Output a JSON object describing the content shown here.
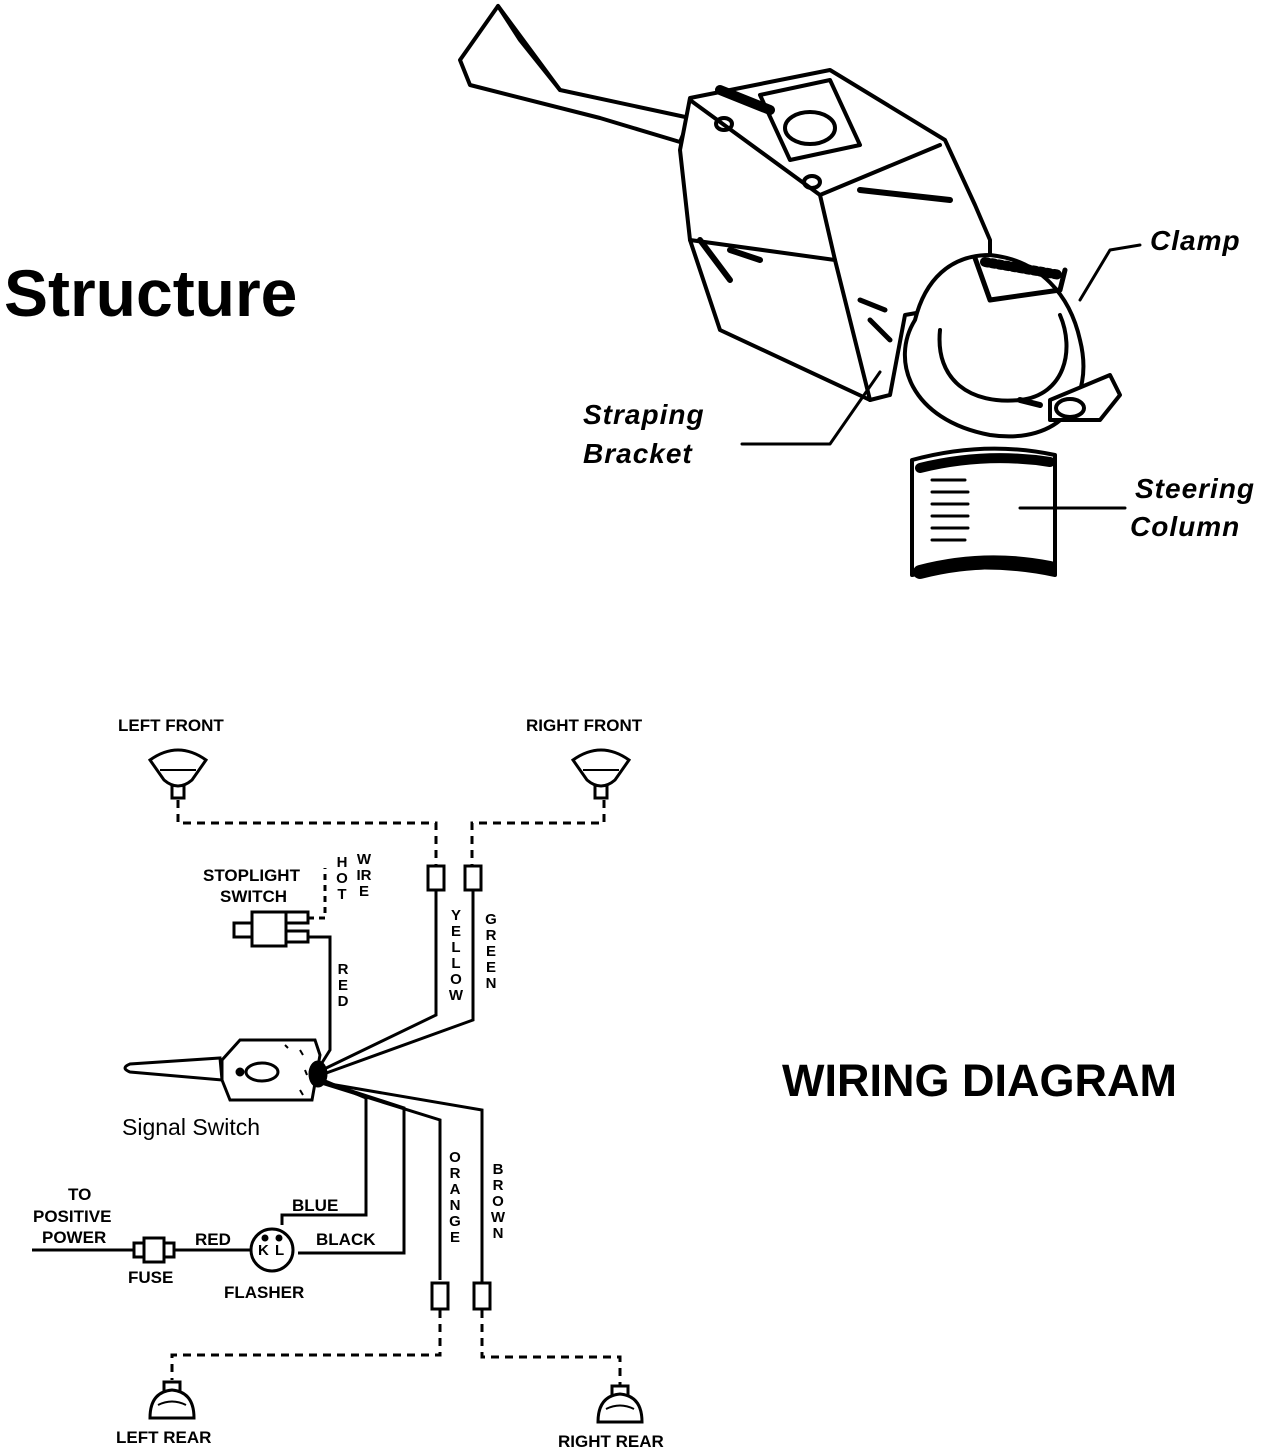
{
  "titles": {
    "structure": "Structure",
    "wiring": "WIRING DIAGRAM"
  },
  "structure_callouts": {
    "clamp": "Clamp",
    "straping_1": "Straping",
    "straping_2": "Bracket",
    "steering_1": "Steering",
    "steering_2": "Column"
  },
  "wiring_labels": {
    "left_front": "LEFT FRONT",
    "right_front": "RIGHT FRONT",
    "stoplight_1": "STOPLIGHT",
    "stoplight_2": "SWITCH",
    "hot": "HOT",
    "wire": "WIRE",
    "yellow": "YELLOW",
    "green": "GREEN",
    "red_vertical": "RED",
    "signal_switch": "Signal Switch",
    "orange": "ORANGE",
    "brown": "BROWN",
    "to_1": "TO",
    "to_2": "POSITIVE",
    "to_3": "POWER",
    "red_h": "RED",
    "blue": "BLUE",
    "black": "BLACK",
    "fuse": "FUSE",
    "flasher": "FLASHER",
    "flasher_k": "K",
    "flasher_l": "L",
    "left_rear": "LEFT REAR",
    "right_rear": "RIGHT REAR"
  }
}
